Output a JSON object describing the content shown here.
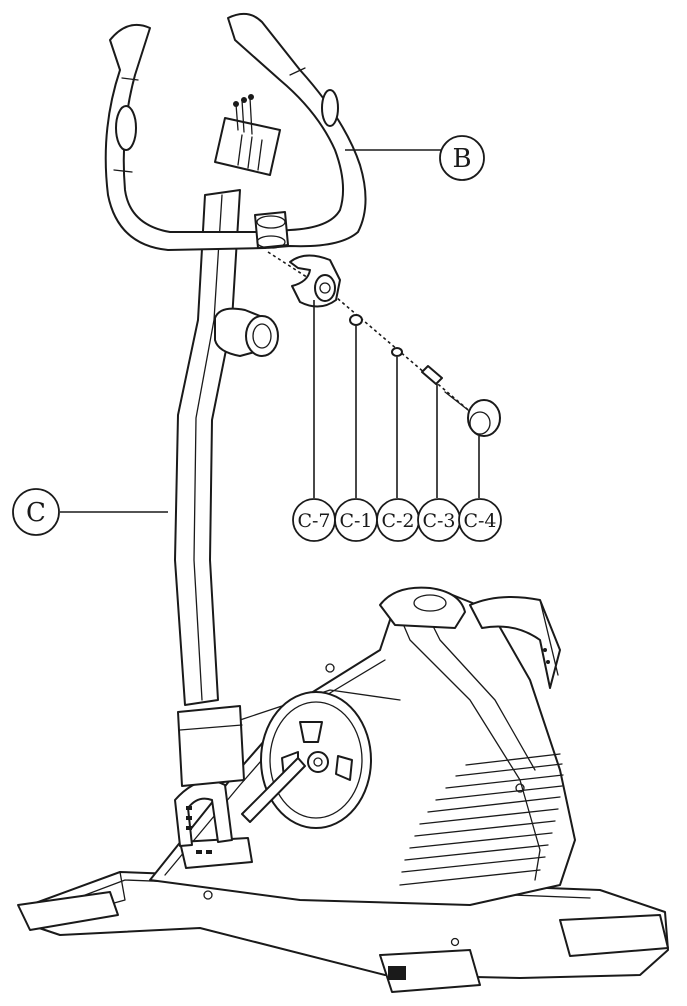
{
  "callouts": {
    "handlebar": "B",
    "frame": "C",
    "parts": [
      "C-7",
      "C-1",
      "C-2",
      "C-3",
      "C-4"
    ]
  },
  "colors": {
    "ink": "#1a1a1a",
    "paper": "#ffffff"
  }
}
